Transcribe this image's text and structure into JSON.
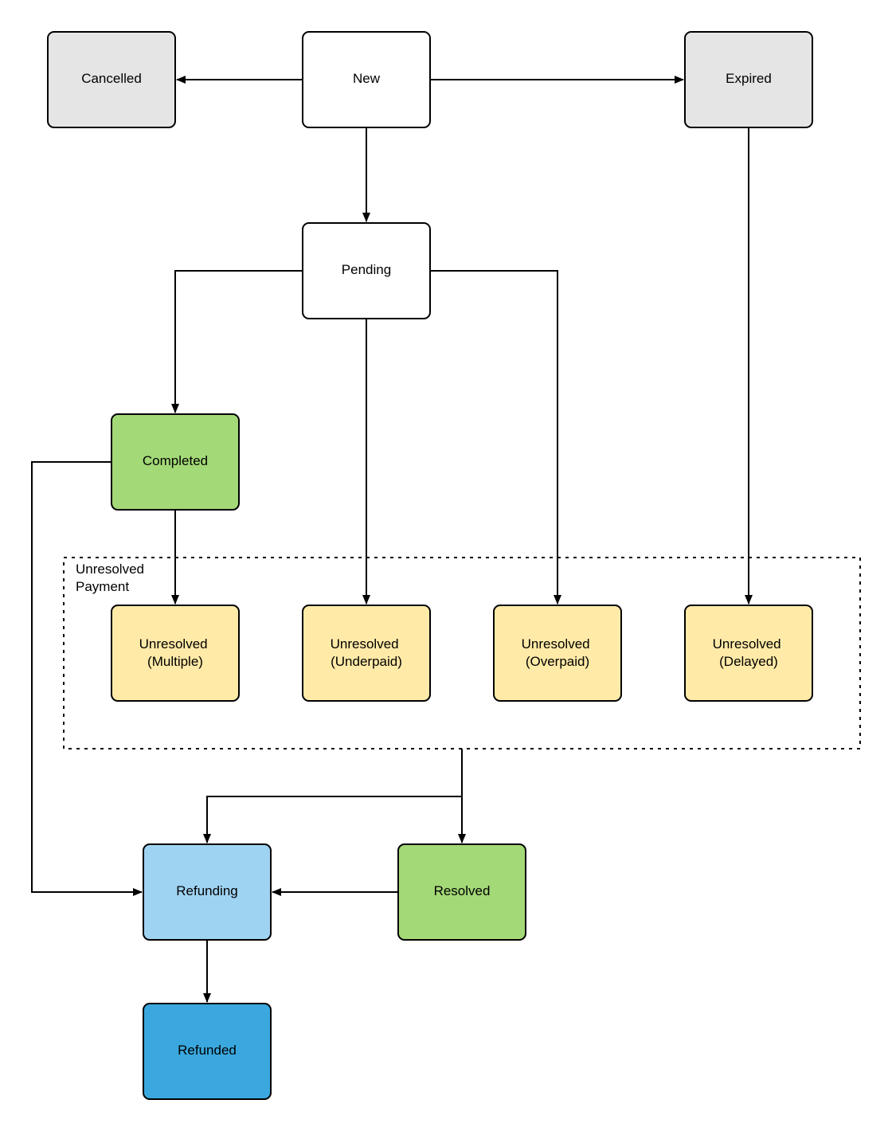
{
  "group": {
    "label_lines": [
      "Unresolved",
      "Payment"
    ]
  },
  "nodes": {
    "cancelled": {
      "lines": [
        "Cancelled"
      ],
      "fill": "#e5e5e5"
    },
    "new": {
      "lines": [
        "New"
      ],
      "fill": "#ffffff"
    },
    "expired": {
      "lines": [
        "Expired"
      ],
      "fill": "#e5e5e5"
    },
    "pending": {
      "lines": [
        "Pending"
      ],
      "fill": "#ffffff"
    },
    "completed": {
      "lines": [
        "Completed"
      ],
      "fill": "#a3d977"
    },
    "unresolved_multiple": {
      "lines": [
        "Unresolved",
        "(Multiple)"
      ],
      "fill": "#ffeaa7"
    },
    "unresolved_underpaid": {
      "lines": [
        "Unresolved",
        "(Underpaid)"
      ],
      "fill": "#ffeaa7"
    },
    "unresolved_overpaid": {
      "lines": [
        "Unresolved",
        "(Overpaid)"
      ],
      "fill": "#ffeaa7"
    },
    "unresolved_delayed": {
      "lines": [
        "Unresolved",
        "(Delayed)"
      ],
      "fill": "#ffeaa7"
    },
    "refunding": {
      "lines": [
        "Refunding"
      ],
      "fill": "#9fd3f2"
    },
    "resolved": {
      "lines": [
        "Resolved"
      ],
      "fill": "#a3d977"
    },
    "refunded": {
      "lines": [
        "Refunded"
      ],
      "fill": "#3aa8de"
    }
  },
  "edges": [
    {
      "from": "new",
      "to": "cancelled"
    },
    {
      "from": "new",
      "to": "expired"
    },
    {
      "from": "new",
      "to": "pending"
    },
    {
      "from": "pending",
      "to": "completed"
    },
    {
      "from": "pending",
      "to": "unresolved_underpaid"
    },
    {
      "from": "pending",
      "to": "unresolved_overpaid"
    },
    {
      "from": "expired",
      "to": "unresolved_delayed"
    },
    {
      "from": "completed",
      "to": "unresolved_multiple"
    },
    {
      "from": "completed",
      "to": "refunding"
    },
    {
      "from": "unresolved_payment_group",
      "to": "refunding"
    },
    {
      "from": "unresolved_payment_group",
      "to": "resolved"
    },
    {
      "from": "resolved",
      "to": "refunding"
    },
    {
      "from": "refunding",
      "to": "refunded"
    }
  ]
}
